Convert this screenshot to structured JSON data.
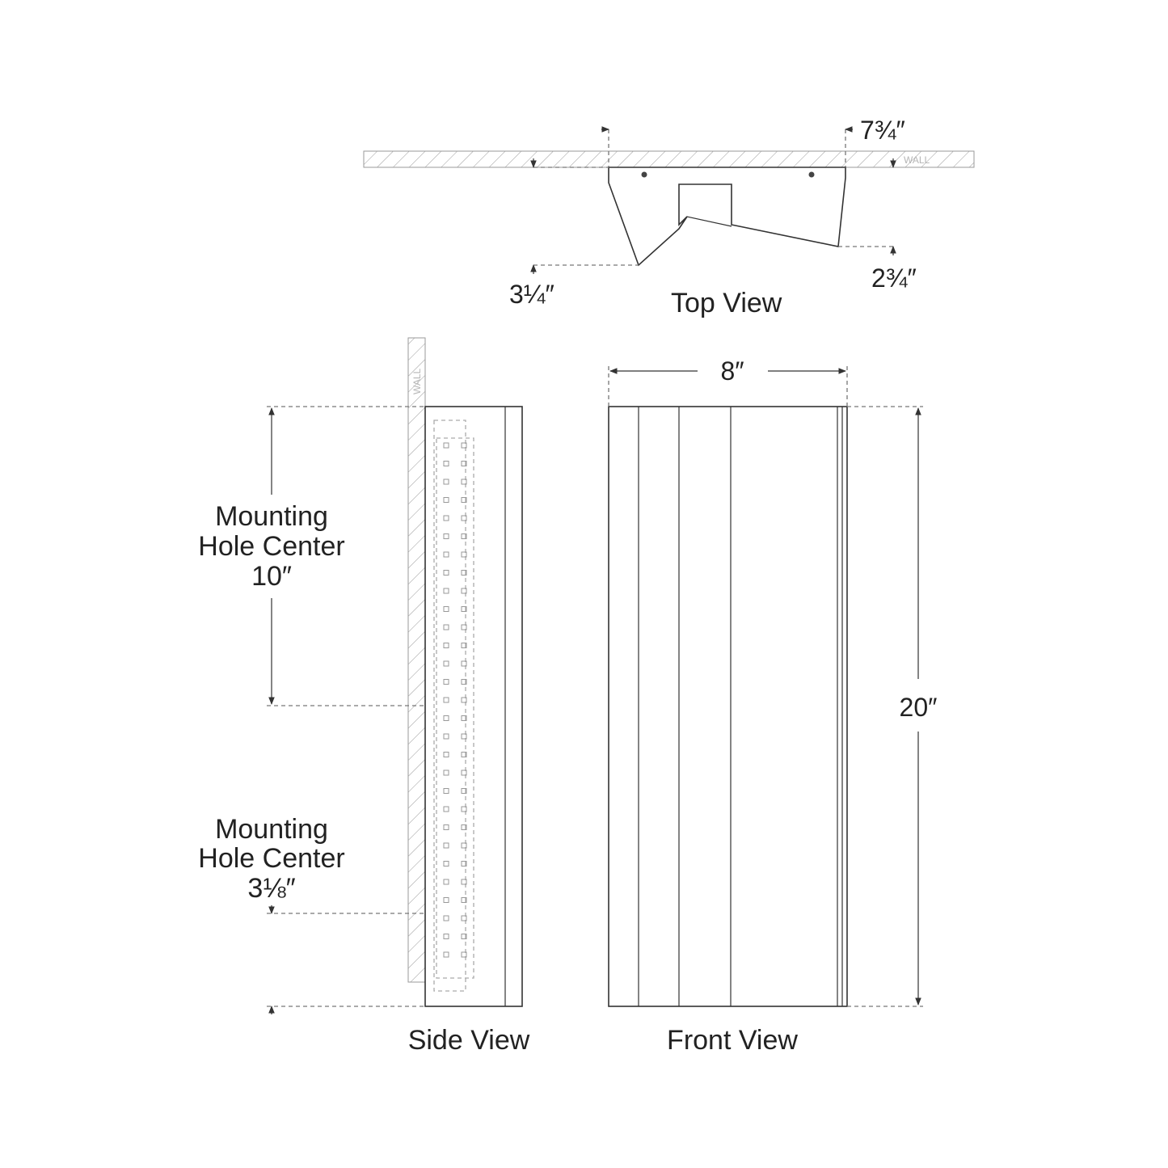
{
  "views": {
    "top": "Top View",
    "side": "Side View",
    "front": "Front View"
  },
  "wall_label": "WALL",
  "dimensions": {
    "top_width": "7¾″",
    "top_depth_left": "3¼″",
    "top_depth_right": "2¾″",
    "front_width": "8″",
    "front_height": "20″",
    "mount_upper": {
      "line1": "Mounting",
      "line2": "Hole Center",
      "value": "10″"
    },
    "mount_lower": {
      "line1": "Mounting",
      "line2": "Hole Center",
      "value": "3⅛″"
    }
  },
  "colors": {
    "ink": "#222222",
    "wall_hatch": "#9a9a9a"
  }
}
